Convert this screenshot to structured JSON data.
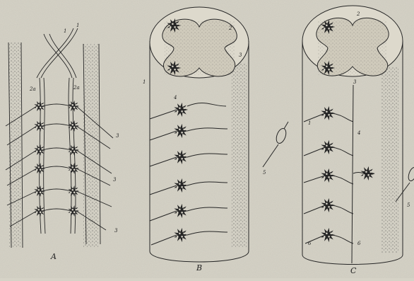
{
  "figure": {
    "panels": [
      {
        "label": "A"
      },
      {
        "label": "B"
      },
      {
        "label": "C"
      }
    ],
    "annotations": {
      "A": [
        "2a",
        "2a",
        "3",
        "3",
        "3",
        "1",
        "1"
      ],
      "B": [
        "1",
        "2",
        "3",
        "4",
        "5"
      ],
      "C": [
        "1",
        "2",
        "3",
        "4",
        "5",
        "6",
        "6"
      ]
    }
  },
  "colors": {
    "paper": "#d6d3c7",
    "ink": "#262626",
    "stipple": "#5a5a5a"
  }
}
